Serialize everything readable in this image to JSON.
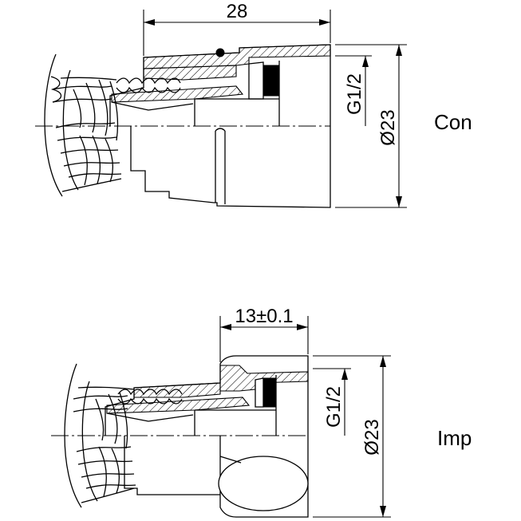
{
  "views": {
    "top": {
      "label": "Con",
      "length_dim": "28",
      "thread_dim": "G1/2",
      "diameter_dim": "Ø23"
    },
    "bottom": {
      "label": "Imp",
      "length_dim": "13±0.1",
      "thread_dim": "G1/2",
      "diameter_dim": "Ø23"
    }
  },
  "colors": {
    "line": "#000000",
    "background": "#ffffff"
  }
}
